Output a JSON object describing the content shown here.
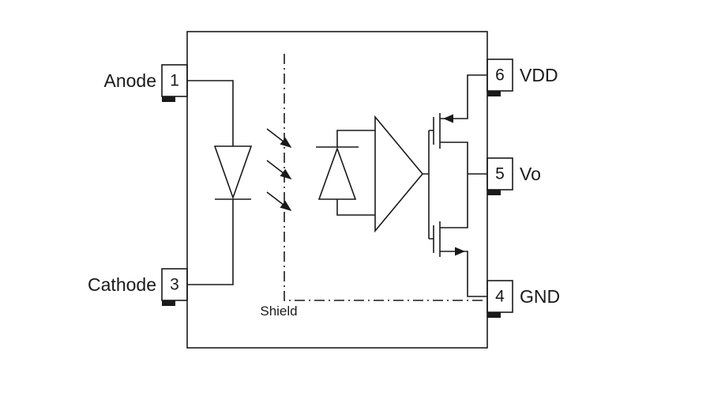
{
  "pins": {
    "anode": {
      "number": "1",
      "label": "Anode"
    },
    "cathode": {
      "number": "3",
      "label": "Cathode"
    },
    "vdd": {
      "number": "6",
      "label": "VDD"
    },
    "vo": {
      "number": "5",
      "label": "Vo"
    },
    "gnd": {
      "number": "4",
      "label": "GND"
    }
  },
  "labels": {
    "shield": "Shield"
  },
  "colors": {
    "line": "#1a1a1a",
    "background": "#ffffff"
  }
}
